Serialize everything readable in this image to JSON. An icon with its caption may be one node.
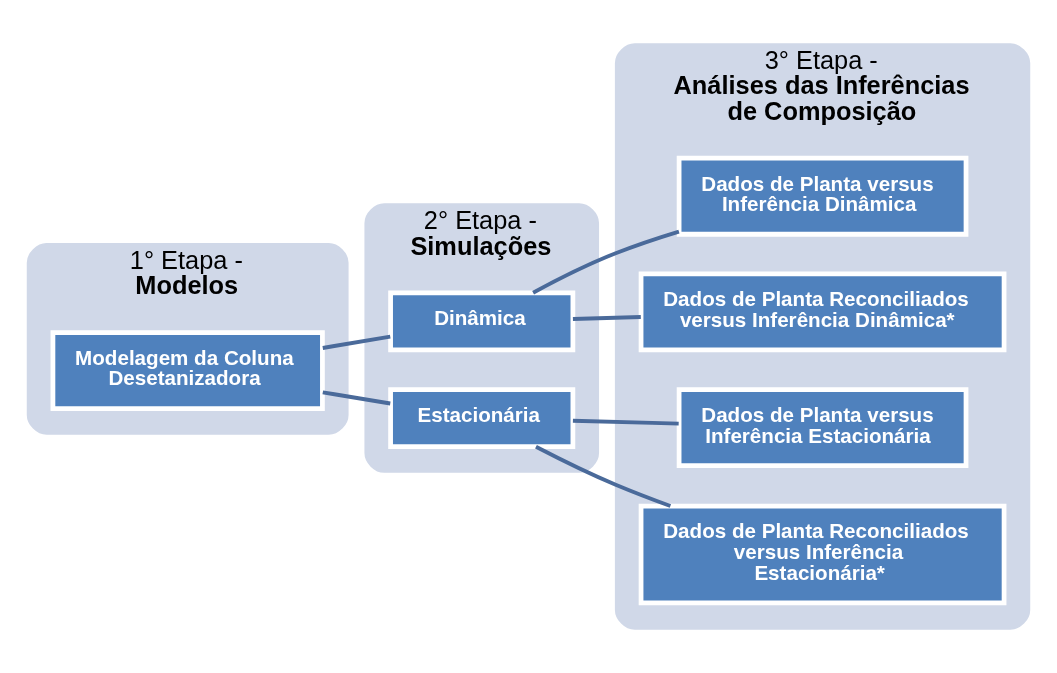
{
  "diagram": {
    "nodes": [
      {
        "text": [
          "1° Etapa -",
          "Modelos"
        ]
      },
      {
        "text": [
          "Modelagem da Coluna Desetanizadora"
        ],
        "in": 0
      },
      {
        "text": [
          "2° Etapa -",
          "Simulações"
        ]
      },
      {
        "text": [
          "Dinâmica"
        ],
        "in": 2
      },
      {
        "text": [
          "Estacionária"
        ],
        "in": 2
      },
      {
        "text": [
          "3° Etapa -",
          "Análises das Inferências de Composição"
        ]
      },
      {
        "text": [
          "Dados de Planta versus Inferência Dinâmica"
        ],
        "in": 5
      },
      {
        "text": [
          "Dados de Planta Reconciliados versus Inferência Dinâmica*"
        ],
        "in": 5
      },
      {
        "text": [
          "Dados de Planta versus Inferência Estacionária"
        ],
        "in": 5
      },
      {
        "text": [
          "Dados de Planta Reconciliados versus Inferência Estacionária*"
        ],
        "in": 5
      }
    ],
    "edges": [
      {
        "from": 1,
        "to": 3,
        "arrow": "none"
      },
      {
        "from": 1,
        "to": 4,
        "arrow": "none"
      },
      {
        "from": 3,
        "to": 6,
        "arrow": "none"
      },
      {
        "from": 3,
        "to": 7,
        "arrow": "none"
      },
      {
        "from": 4,
        "to": 8,
        "arrow": "none"
      },
      {
        "from": 4,
        "to": 9,
        "arrow": "none"
      }
    ]
  }
}
